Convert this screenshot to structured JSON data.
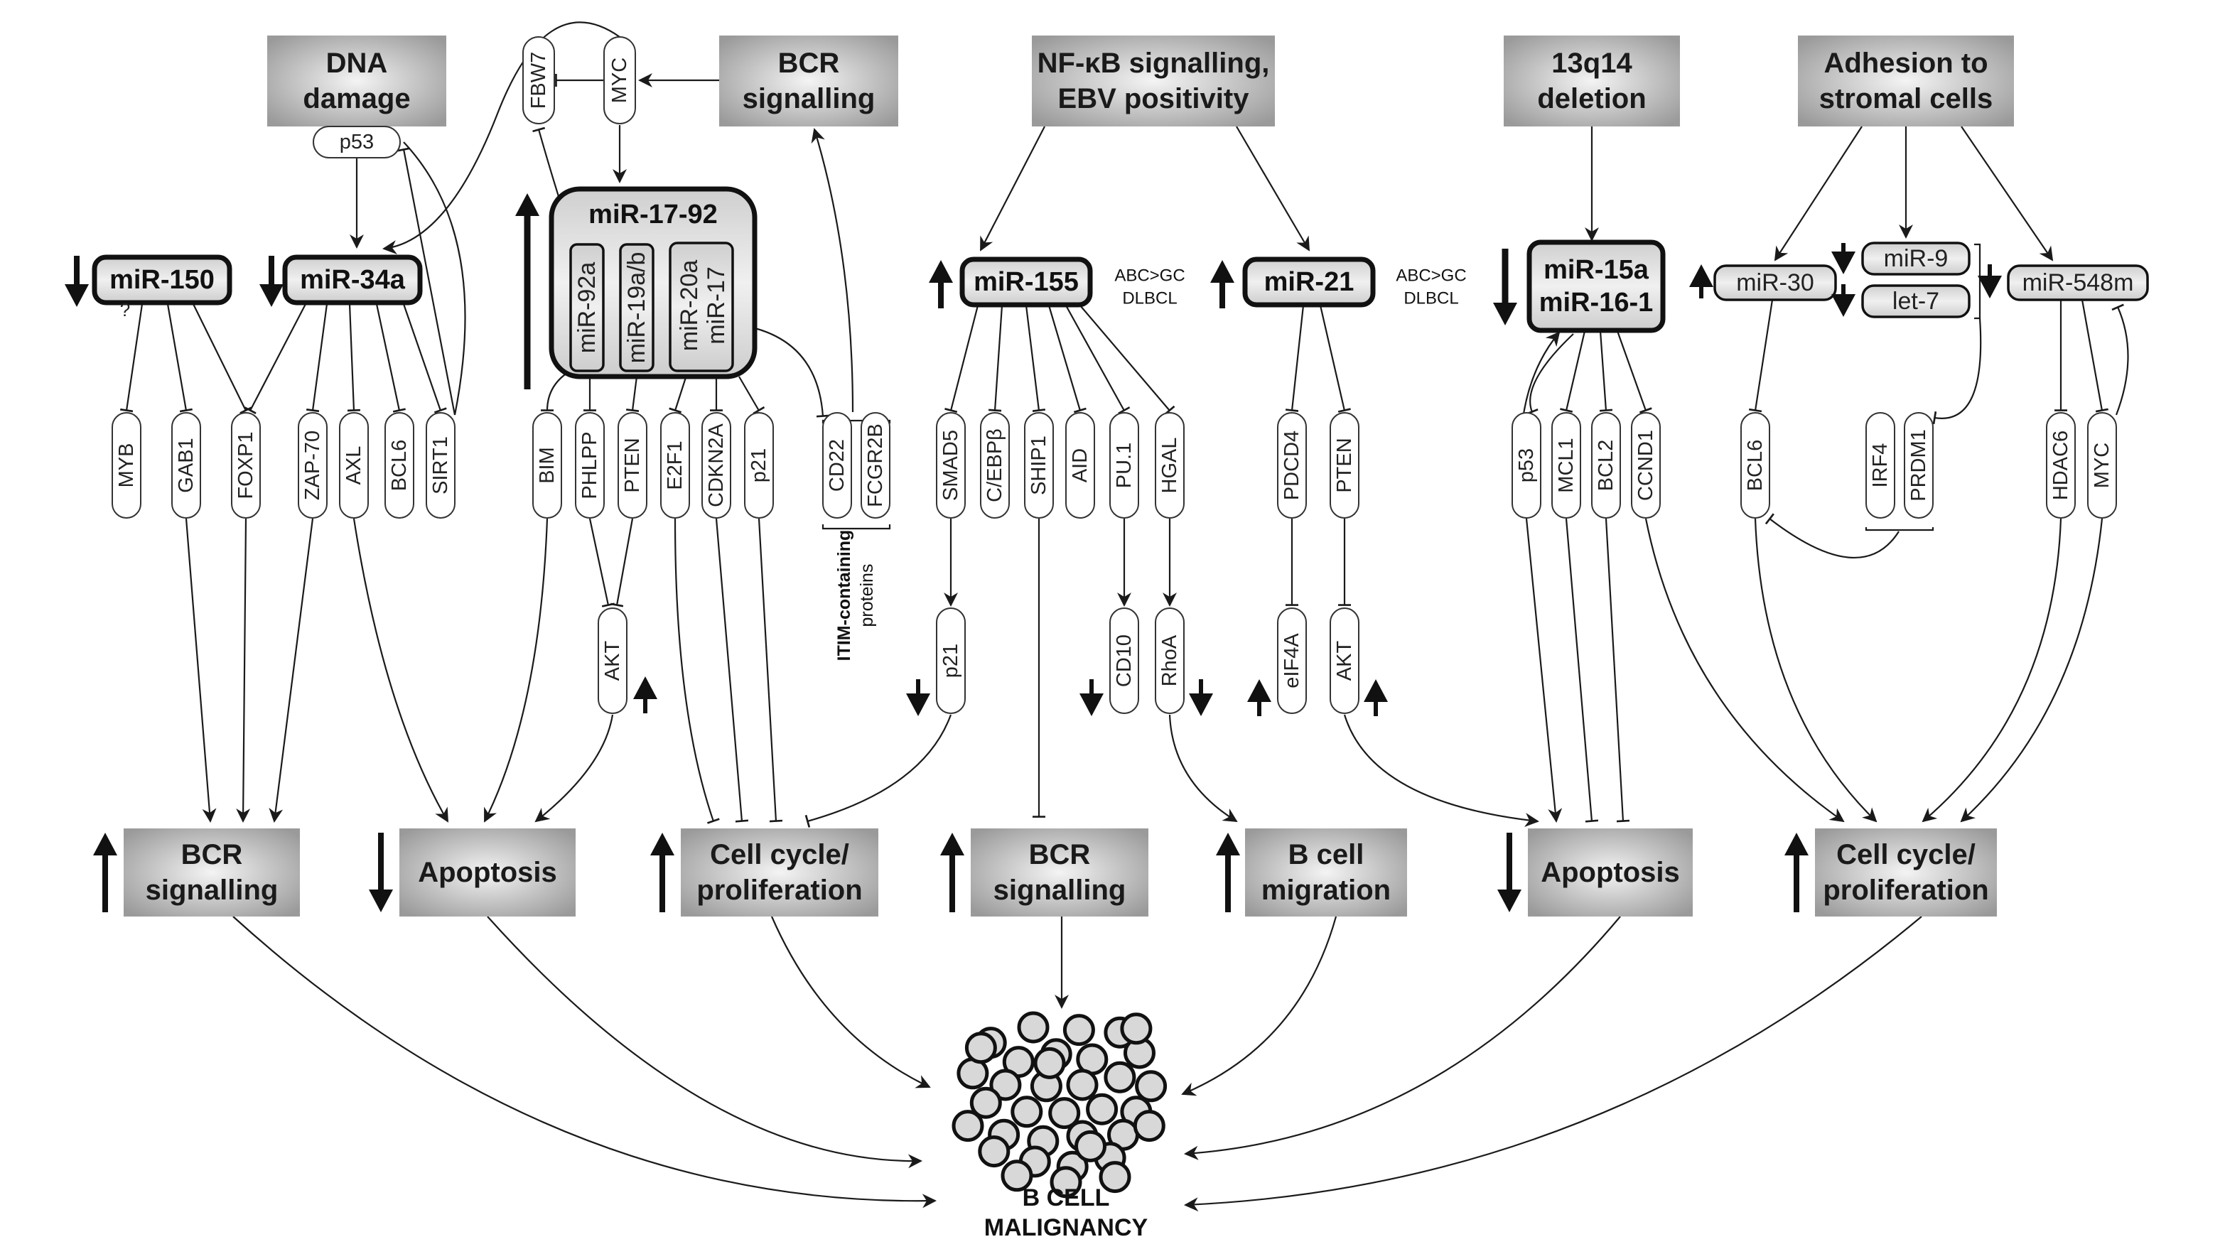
{
  "figure": {
    "title": "microRNA regulatory networks in B cell malignancy",
    "colors": {
      "box_edge": "#9a9a9a",
      "box_center": "#f2f2f2",
      "mir_fill": "#d6d6d6",
      "cell_fill": "#d8d8d8",
      "ink": "#111111"
    }
  },
  "upstream": {
    "dna_damage": [
      "DNA",
      "damage"
    ],
    "bcr_signalling_top": [
      "BCR",
      "signalling"
    ],
    "nfkb": [
      "NF-κB signalling,",
      "EBV positivity"
    ],
    "deletion_13q14": [
      "13q14",
      "deletion"
    ],
    "adhesion": [
      "Adhesion to",
      "stromal cells"
    ]
  },
  "top_nodes": {
    "p53": "p53",
    "fbw7": "FBW7",
    "myc": "MYC"
  },
  "mirnas": {
    "mir150": {
      "label": "miR-150",
      "direction": "down"
    },
    "mir34a": {
      "label": "miR-34a",
      "direction": "down"
    },
    "mir1792": {
      "label": "miR-17-92",
      "direction": "up",
      "members": [
        "miR-92a",
        "miR-19a/b",
        "miR-20a",
        "miR-17"
      ]
    },
    "mir155": {
      "label": "miR-155",
      "direction": "up",
      "note": [
        "ABC>GC",
        "DLBCL"
      ]
    },
    "mir21": {
      "label": "miR-21",
      "direction": "up",
      "note": [
        "ABC>GC",
        "DLBCL"
      ]
    },
    "mir15a161": {
      "label": [
        "miR-15a",
        "miR-16-1"
      ],
      "direction": "down"
    },
    "mir30": {
      "label": "miR-30",
      "direction": "up"
    },
    "mir9": {
      "label": "miR-9",
      "direction": "down"
    },
    "let7": {
      "label": "let-7",
      "direction": "down"
    },
    "mir548m": {
      "label": "miR-548m",
      "direction": "down"
    }
  },
  "targets": {
    "mir150": [
      "MYB",
      "GAB1",
      "FOXP1"
    ],
    "mir150_question": "?",
    "mir34a": [
      "ZAP-70",
      "AXL",
      "BCL6",
      "SIRT1"
    ],
    "mir1792": [
      "BIM",
      "PHLPP",
      "PTEN",
      "E2F1",
      "CDKN2A",
      "p21"
    ],
    "itim": [
      "CD22",
      "FCGR2B"
    ],
    "itim_label": [
      "ITIM-containing",
      "proteins"
    ],
    "mir155": [
      "SMAD5",
      "C/EBPβ",
      "SHIP1",
      "AID",
      "PU.1",
      "HGAL"
    ],
    "mir21": [
      "PDCD4",
      "PTEN"
    ],
    "mir15a161": [
      "p53",
      "MCL1",
      "BCL2",
      "CCND1"
    ],
    "mir30": [
      "BCL6"
    ],
    "mir9_let7": [
      "IRF4",
      "PRDM1"
    ],
    "mir548m": [
      "HDAC6",
      "MYC"
    ]
  },
  "downstream_nodes": {
    "akt_left": {
      "label": "AKT",
      "direction": "up"
    },
    "p21": {
      "label": "p21",
      "direction": "down"
    },
    "cd10": {
      "label": "CD10",
      "direction": "down"
    },
    "rhoa": {
      "label": "RhoA",
      "direction": "down"
    },
    "eif4a": {
      "label": "eIF4A",
      "direction": "up"
    },
    "akt_right": {
      "label": "AKT",
      "direction": "up"
    }
  },
  "outcomes": [
    {
      "id": "bcr1",
      "label": [
        "BCR",
        "signalling"
      ],
      "direction": "up"
    },
    {
      "id": "apop1",
      "label": [
        "Apoptosis"
      ],
      "direction": "down"
    },
    {
      "id": "cc1",
      "label": [
        "Cell cycle/",
        "proliferation"
      ],
      "direction": "up"
    },
    {
      "id": "bcr2",
      "label": [
        "BCR",
        "signalling"
      ],
      "direction": "up"
    },
    {
      "id": "mig",
      "label": [
        "B cell",
        "migration"
      ],
      "direction": "up"
    },
    {
      "id": "apop2",
      "label": [
        "Apoptosis"
      ],
      "direction": "down"
    },
    {
      "id": "cc2",
      "label": [
        "Cell cycle/",
        "proliferation"
      ],
      "direction": "up"
    }
  ],
  "endpoint": {
    "label": [
      "B CELL",
      "MALIGNANCY"
    ]
  }
}
